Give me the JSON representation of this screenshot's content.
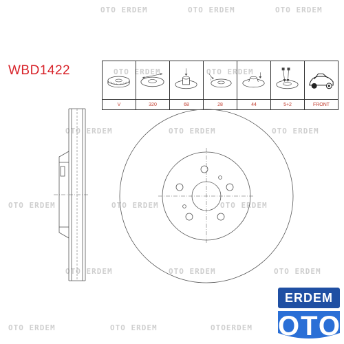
{
  "watermark": {
    "text": "OTO ERDEM",
    "compact_text": "OTOERDEM"
  },
  "part_number": "WBD1422",
  "spec_table": {
    "columns": [
      {
        "icon": "vented-disc-icon",
        "value": "V"
      },
      {
        "icon": "disc-diameter-icon",
        "value": "320"
      },
      {
        "icon": "center-bore-icon",
        "value": "68"
      },
      {
        "icon": "disc-thickness-icon",
        "value": "28"
      },
      {
        "icon": "disc-height-icon",
        "value": "44"
      },
      {
        "icon": "bolt-holes-icon",
        "value": "5+2"
      },
      {
        "icon": "car-axle-icon",
        "value": "FRONT"
      }
    ]
  },
  "logo": {
    "top_text": "ERDEM",
    "bottom_text": "OTO",
    "top_color": "#1f4fa3",
    "bottom_color": "#2a6fd6"
  },
  "colors": {
    "part_number": "#d8232a",
    "spec_values": "#c0392b",
    "line": "#555555"
  }
}
